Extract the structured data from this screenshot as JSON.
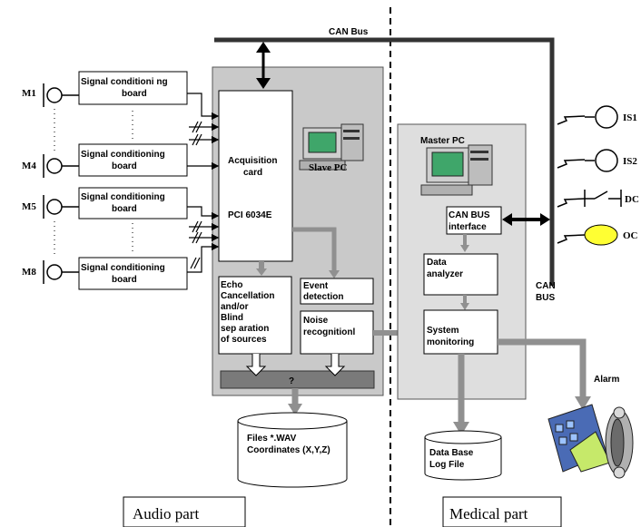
{
  "bus": {
    "top_label": "CAN Bus",
    "side_label_1": "CAN",
    "side_label_2": "BUS"
  },
  "mics": {
    "m1": "M1",
    "m4": "M4",
    "m5": "M5",
    "m8": "M8"
  },
  "conditioning": {
    "b1_l1": "Signal conditioni  ng",
    "b1_l2": "board",
    "b2_l1": "Signal conditioning",
    "b2_l2": "board",
    "b3_l1": "Signal conditioning",
    "b3_l2": "board",
    "b4_l1": "Signal conditioning",
    "b4_l2": "board"
  },
  "slave": {
    "title": "Slave PC",
    "acq_l1": "Acquisition",
    "acq_l2": "card",
    "acq_l3": "PCI 6034E",
    "echo_l1": "Echo",
    "echo_l2": "Cancellation",
    "echo_l3": "and/or",
    "echo_l4": "Blind",
    "echo_l5": "sep aration",
    "echo_l6": "of  sources",
    "event_l1": "Event",
    "event_l2": "detection",
    "noise_l1": "Noise",
    "noise_l2": "recognitionl",
    "question": "?"
  },
  "files": {
    "l1": "Files *.WAV",
    "l2": "Coordinates (X,Y,Z)"
  },
  "master": {
    "title": "Master PC",
    "can_l1": "CAN BUS",
    "can_l2": "interface",
    "data_l1": "Data",
    "data_l2": "analyzer",
    "sys_l1": "System",
    "sys_l2": "monitoring"
  },
  "database": {
    "l1": "Data Base",
    "l2": "Log File"
  },
  "sensors": {
    "is1": "IS1",
    "is2": "IS2",
    "dc": "DC",
    "oc": "OC"
  },
  "alarm": "Alarm",
  "captions": {
    "audio": "Audio part",
    "medical": "Medical part"
  },
  "colors": {
    "panel": "#c9c9c9",
    "panel_light": "#dedede",
    "arrow_gray": "#909090",
    "bar_gray": "#7a7a7a",
    "oc_yellow": "#ffff33"
  }
}
